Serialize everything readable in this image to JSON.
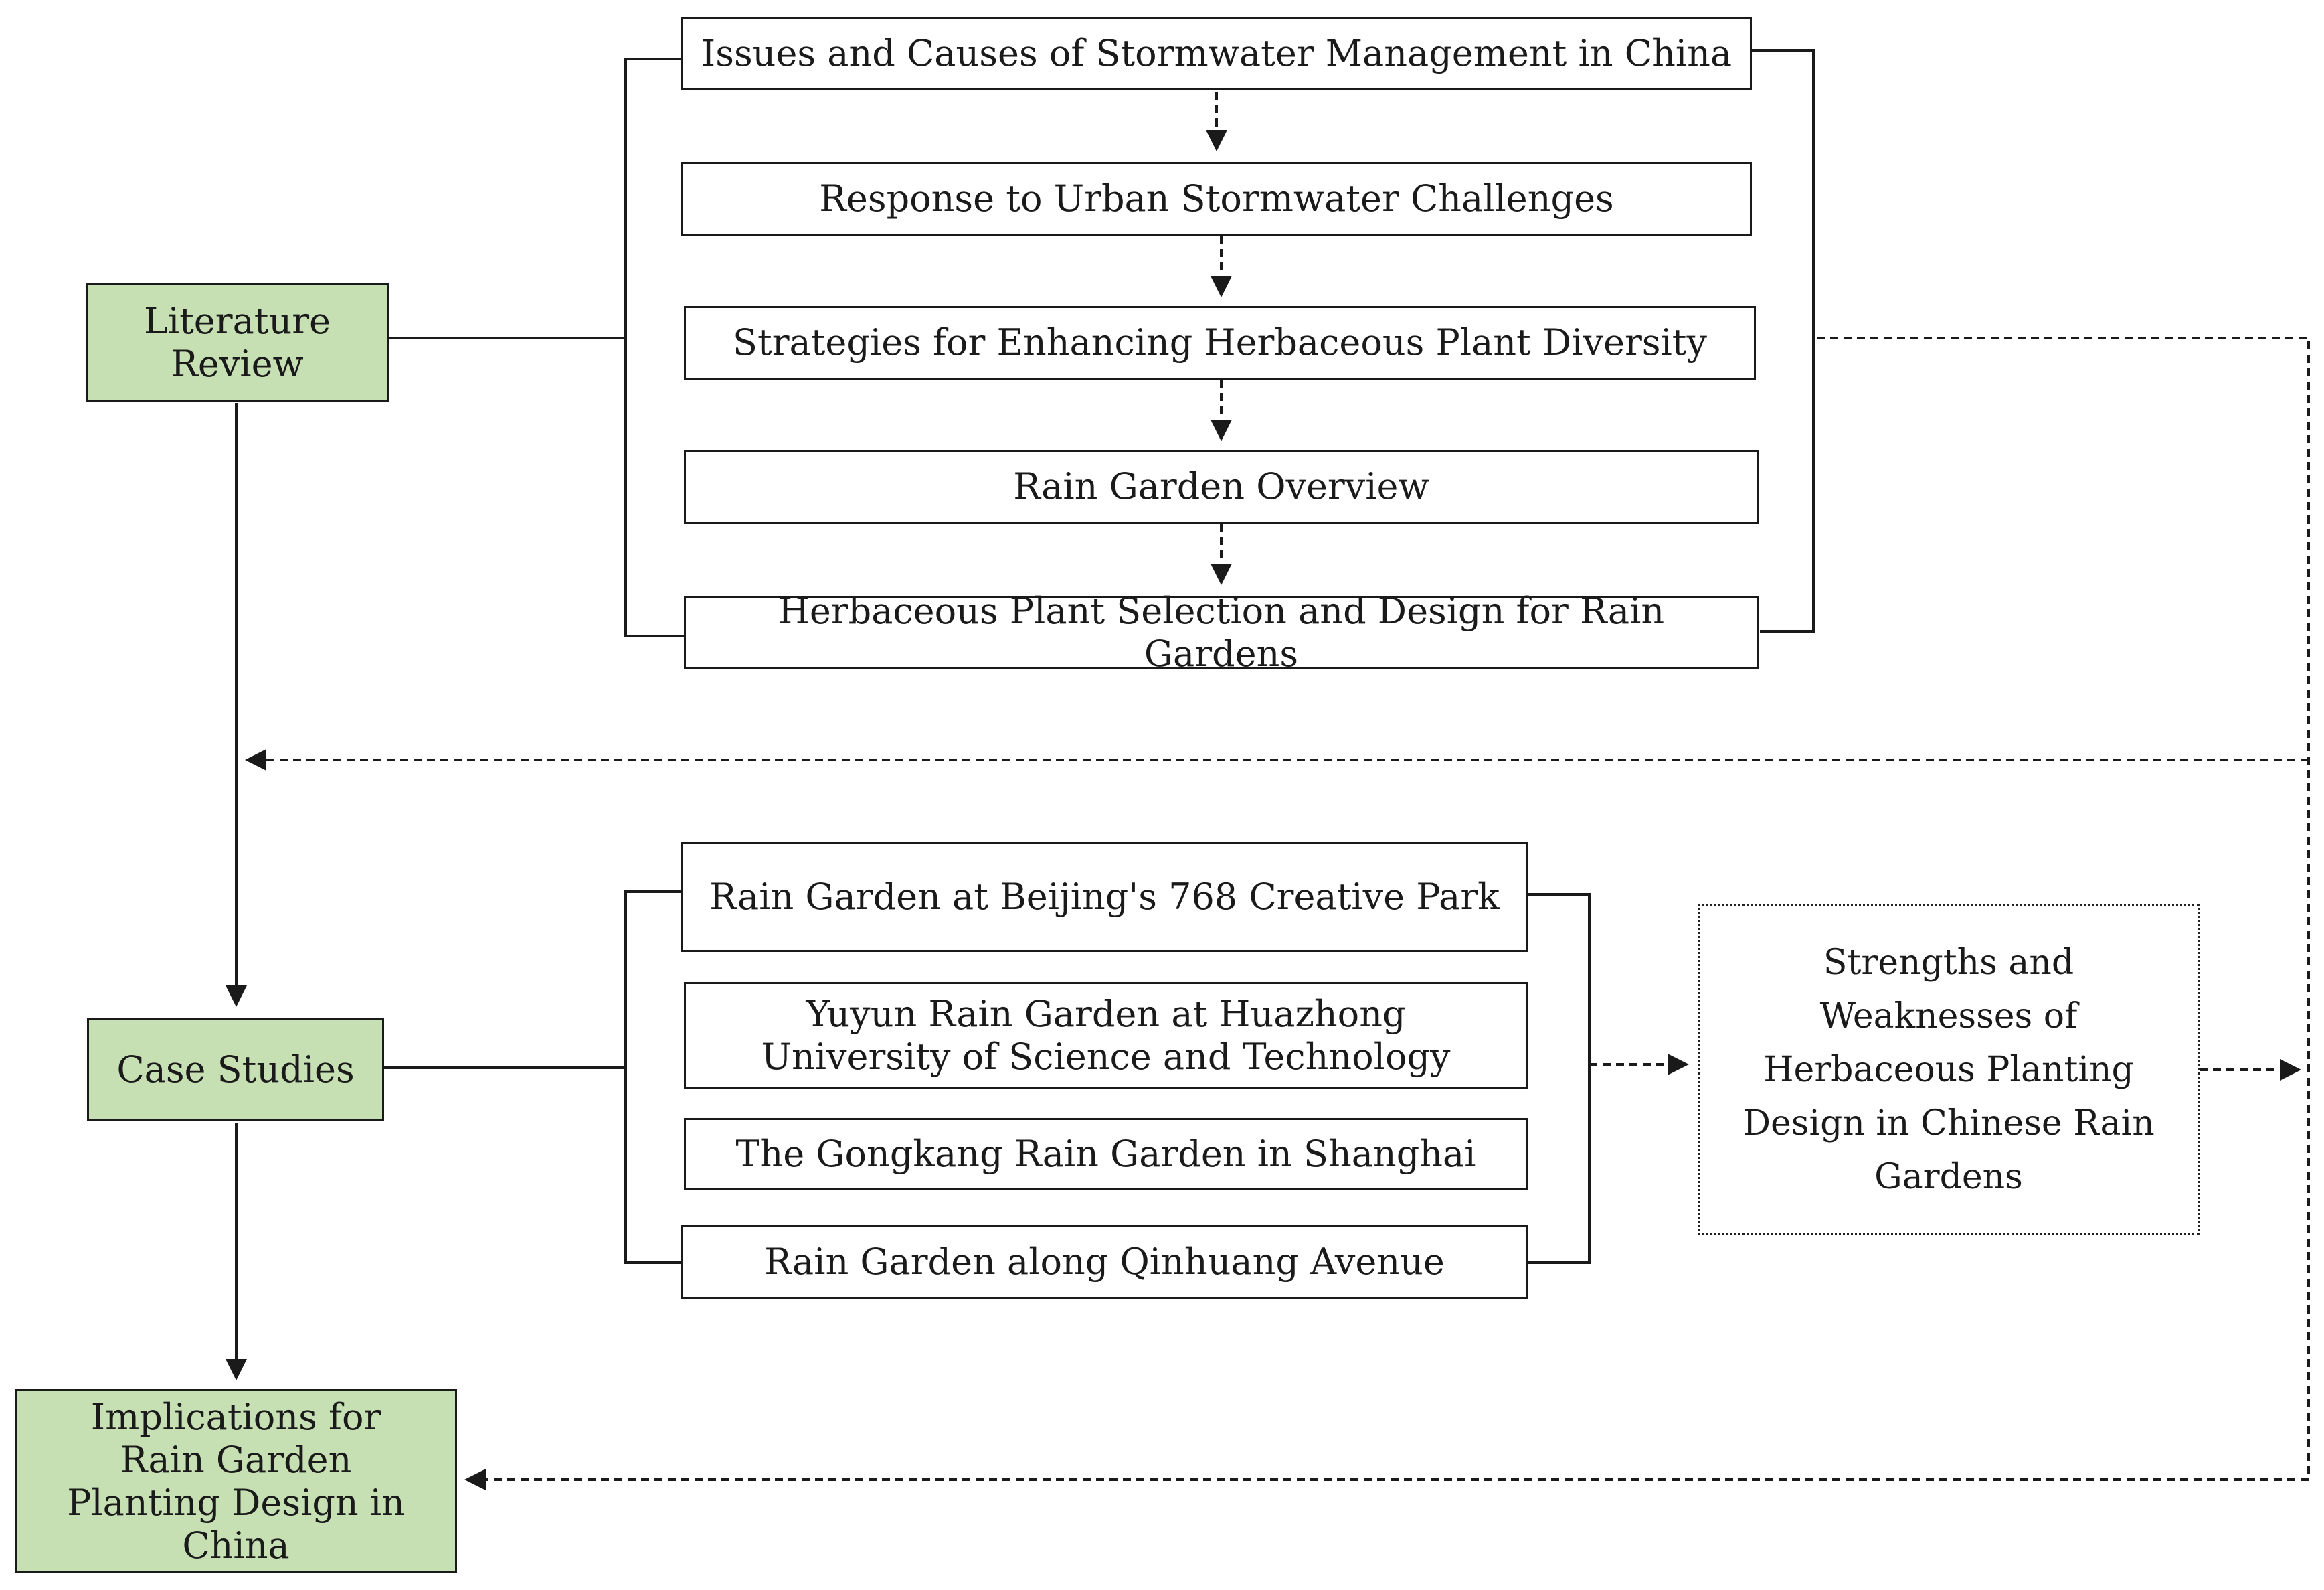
{
  "colors": {
    "stage_box": "#c6e0b4",
    "line": "#1a1a1a"
  },
  "stages": {
    "literature_review": "Literature Review",
    "case_studies": "Case Studies",
    "implications": "Implications for Rain Garden Planting Design in China"
  },
  "literature_topics": [
    "Issues and Causes of Stormwater Management in China",
    "Response to Urban Stormwater Challenges",
    "Strategies for Enhancing Herbaceous Plant Diversity",
    "Rain Garden Overview",
    "Herbaceous Plant Selection and Design for Rain Gardens"
  ],
  "case_studies": [
    "Rain Garden at Beijing's 768 Creative Park",
    "Yuyun Rain Garden at Huazhong University of Science and Technology",
    "The Gongkang Rain Garden in Shanghai",
    "Rain Garden along Qinhuang Avenue"
  ],
  "analysis": "Strengths and Weaknesses of Herbaceous Planting Design in Chinese Rain Gardens"
}
